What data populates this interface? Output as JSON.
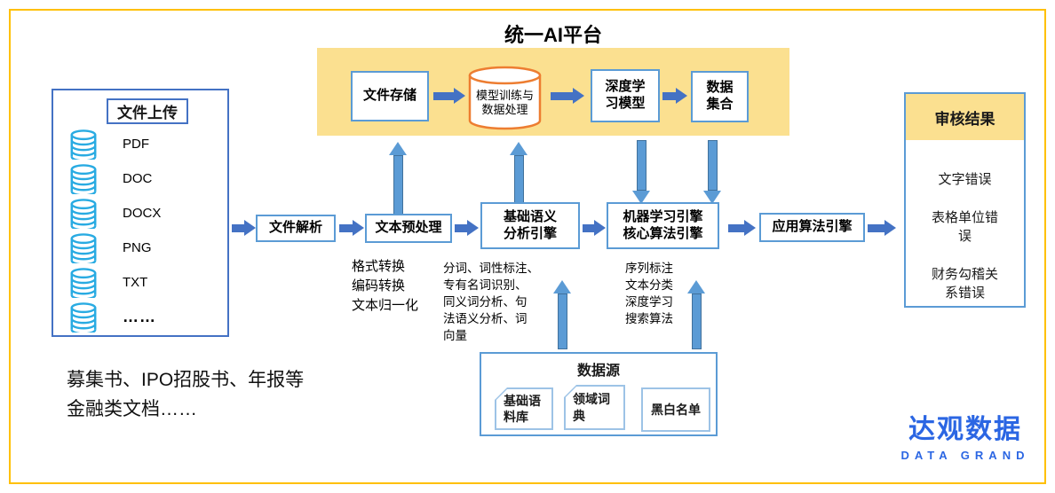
{
  "title": "统一AI平台",
  "platform": {
    "nodes": [
      {
        "label": "文件存储",
        "shape": "rect"
      },
      {
        "label": "模型训练与\n数据处理",
        "shape": "cylinder"
      },
      {
        "label": "深度学\n习模型",
        "shape": "rect"
      },
      {
        "label": "数据\n集合",
        "shape": "rect"
      }
    ]
  },
  "upload": {
    "title": "文件上传",
    "items": [
      "PDF",
      "DOC",
      "DOCX",
      "PNG",
      "TXT",
      "……"
    ]
  },
  "flow": {
    "parse": "文件解析",
    "preprocess": "文本预处理",
    "preprocess_note": "格式转换\n编码转换\n文本归一化",
    "semantic": "基础语义\n分析引擎",
    "semantic_note": "分词、词性标注、\n专有名词识别、\n同义词分析、句\n法语义分析、词\n向量",
    "ml": "机器学习引擎\n核心算法引擎",
    "ml_note": "序列标注\n文本分类\n深度学习\n搜索算法",
    "app": "应用算法引擎"
  },
  "result": {
    "title": "审核结果",
    "items": [
      "文字错误",
      "表格单位错\n误",
      "财务勾稽关\n系错误"
    ]
  },
  "datasource": {
    "title": "数据源",
    "cards": [
      "基础语\n料库",
      "领域词\n典",
      "黑白名单"
    ]
  },
  "docs_note": "募集书、IPO招股书、年报等\n金融类文档……",
  "logo": {
    "cn": "达观数据",
    "en": "DATA GRAND"
  },
  "colors": {
    "frame_border": "#FFC000",
    "platform_bg": "#FBE090",
    "box_border_blue": "#5B9BD5",
    "panel_border_blue": "#4472C4",
    "h_arrow_blue": "#4472C4",
    "v_arrow_blue": "#5B9BD5",
    "cylinder_orange": "#ED7D31",
    "db_icon_blue": "#29ABE2",
    "logo_blue": "#2B66E3"
  }
}
